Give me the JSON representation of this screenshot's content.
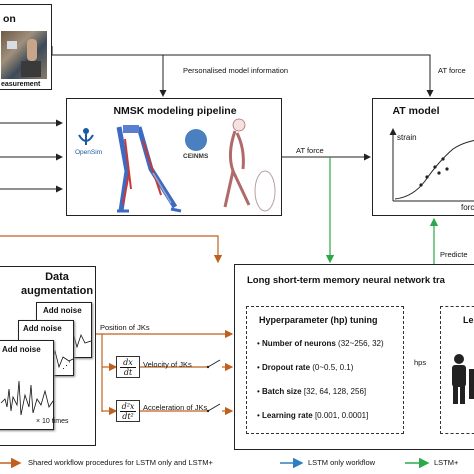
{
  "top_left": {
    "title": "on",
    "photo_caption": "easurement"
  },
  "arrows": {
    "personalised": "Personalised model information",
    "at_force_top": "AT force",
    "at_force_mid": "AT force",
    "predicted": "Predicte",
    "position": "Position of JKs",
    "velocity": "Velocity of JKs",
    "acceleration": "Acceleration of JKs",
    "hps": "hps"
  },
  "nmsk": {
    "title": "NMSK modeling pipeline",
    "opensim": "OpenSim",
    "ceinms": "CEINMS"
  },
  "at_model": {
    "title": "AT model",
    "ylabel": "strain",
    "xlabel": "forc"
  },
  "augmentation": {
    "title_1": "Data",
    "title_2": "augmentation",
    "card_label": "Add noise",
    "times": "× 10 times"
  },
  "lstm": {
    "title": "Long short-term memory neural network tra",
    "hp_title": "Hyperparameter (hp) tuning",
    "items": [
      {
        "name": "Number of neurons",
        "value": "(32~256, 32)"
      },
      {
        "name": "Dropout rate",
        "value": "(0~0.5, 0.1)"
      },
      {
        "name": "Batch size",
        "value": "[32, 64, 128, 256]"
      },
      {
        "name": "Learning rate",
        "value": "[0.001, 0.0001]"
      }
    ],
    "right_title": "Le"
  },
  "derivatives": {
    "vel_num": "dx",
    "vel_den": "dt",
    "acc_num": "d²x",
    "acc_den": "dt²"
  },
  "legend": {
    "shared": "Shared workflow procedures for LSTM only and LSTM+",
    "lstm_only": "LSTM only workflow",
    "lstm_plus": "LSTM+"
  },
  "colors": {
    "orange": "#c0601e",
    "blue": "#2e7fc1",
    "green": "#2aa84a"
  },
  "icons": [
    "person-icon",
    "switch-icon"
  ]
}
